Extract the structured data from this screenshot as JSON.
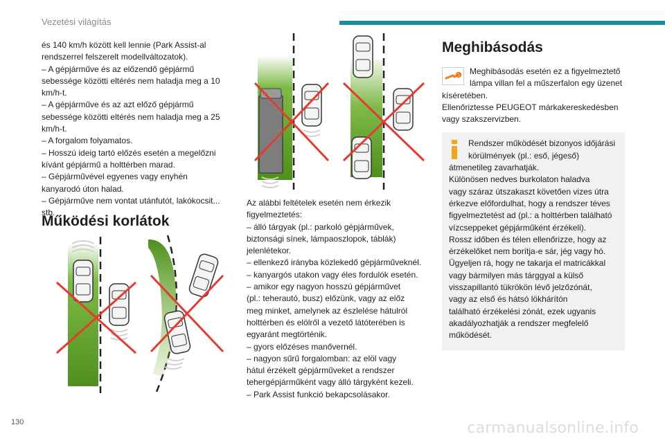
{
  "header": {
    "title": "Vezetési világítás"
  },
  "page_number": "130",
  "watermark": "carmanualsonline.info",
  "col1": {
    "lines": [
      "és 140 km/h között kell lennie (Park Assist-al",
      "rendszerrel felszerelt modellváltozatok).",
      "– A gépjárműve és az előzendő gépjármű",
      "sebessége közötti eltérés nem haladja meg a 10",
      "km/h-t.",
      "– A gépjárműve és az azt előző gépjármű",
      "sebessége közötti eltérés nem haladja meg a 25",
      "km/h-t.",
      "– A forgalom folyamatos.",
      "– Hosszú ideig tartó előzés esetén a megelőzni",
      "kívánt gépjármű a holttérben marad.",
      "– Gépjárművével egyenes vagy enyhén",
      "kanyarodó úton halad.",
      "– Gépjárműve nem vontat utánfutót, lakókocsit...",
      "stb."
    ]
  },
  "limits": {
    "title": "Működési korlátok"
  },
  "col2": {
    "lines": [
      "Az alábbi feltételek esetén nem érkezik",
      "figyelmeztetés:",
      "– álló tárgyak (pl.: parkoló gépjárművek,",
      "biztonsági sínek, lámpaoszlopok, táblák)",
      "jelenlétekor.",
      "– ellenkező irányba közlekedő gépjárműveknél.",
      "– kanyargós utakon vagy éles fordulók esetén.",
      "– amikor egy nagyon hosszú gépjárművet",
      "(pl.: teherautó, busz) előzünk, vagy az előz",
      "meg minket, amelynek az észlelése hátulról",
      "holttérben és elölről a vezető látóterében is",
      "egyaránt megtörténik.",
      "– gyors előzéses manővernél.",
      "– nagyon sűrű forgalomban: az elöl vagy",
      "hátul érzékelt gépjárműveket a rendszer",
      "tehergépjárműként vagy álló tárgyként kezeli.",
      "– Park Assist funkció bekapcsolásakor."
    ]
  },
  "failure": {
    "title": "Meghibásodás",
    "icon_lines": [
      "Meghibásodás esetén ez a figyelmeztető",
      "lámpa villan fel a műszerfalon egy üzenet"
    ],
    "cont_lines": [
      "kíséretében.",
      "Ellenőriztesse PEUGEOT márkakereskedésben",
      "vagy szakszervizben."
    ],
    "wrench_color": "#f07d1a"
  },
  "info": {
    "icon_lines": [
      "Rendszer működését bizonyos időjárási",
      "körülmények (pl.: eső, jégeső)"
    ],
    "cont_lines": [
      "átmenetileg zavarhatják.",
      "Különösen nedves burkolaton haladva",
      "vagy száraz útszakaszt követően vizes útra",
      "érkezve előfordulhat, hogy a rendszer téves",
      "figyelmeztetést ad (pl.: a holttérben található",
      "vízcseppeket gépjárműként érzékeli).",
      "Rossz időben és télen ellenőrizze, hogy az",
      "érzékelőket nem borítja-e sár, jég vagy hó.",
      "Ügyeljen rá, hogy ne takarja el matricákkal",
      "vagy bármilyen más tárggyal a külső",
      "visszapillantó tükrökön lévő jelzőzónát,",
      "vagy az első és hátsó lökhárítón",
      "található érzékelési zónát, ezek ugyanis",
      "akadályozhatják a rendszer megfelelő",
      "működését."
    ],
    "icon_color": "#f4a51c"
  },
  "figure_colors": {
    "zone": "#6fb232",
    "cross": "#e53b2f",
    "truck": "#7d7d7d"
  }
}
